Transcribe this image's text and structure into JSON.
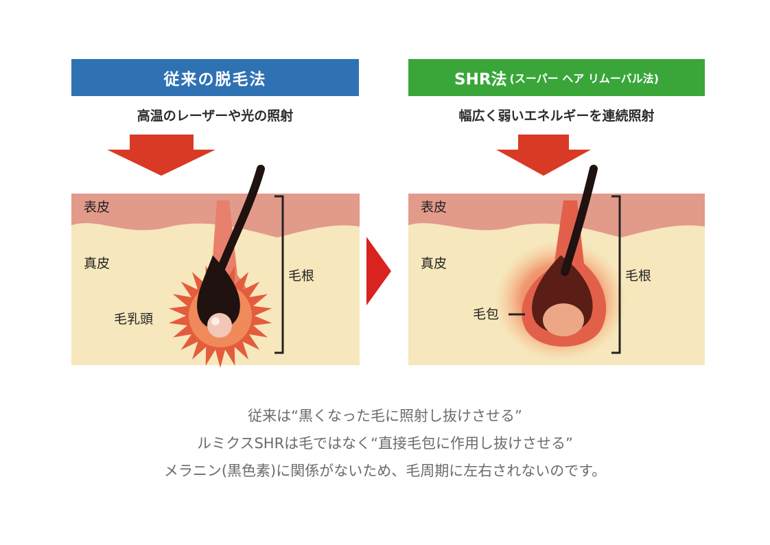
{
  "left": {
    "title": "従来の脱毛法",
    "subtitle": "高温のレーザーや光の照射",
    "labels": {
      "epidermis": "表皮",
      "dermis": "真皮",
      "dermal_papilla": "毛乳頭",
      "hair_root": "毛根"
    }
  },
  "right": {
    "title_main": "SHR法",
    "title_sub": "(スーパー ヘア リムーバル法)",
    "subtitle": "幅広く弱いエネルギーを連続照射",
    "labels": {
      "epidermis": "表皮",
      "dermis": "真皮",
      "follicle": "毛包",
      "hair_root": "毛根"
    }
  },
  "captions": [
    "従来は“黒くなった毛に照射し抜けさせる”",
    "ルミクスSHRは毛ではなく“直接毛包に作用し抜けさせる”",
    "メラニン(黒色素)に関係がないため、毛周期に左右されないのです。"
  ],
  "colors": {
    "left_header": "#2f72b4",
    "right_header": "#3aa63a",
    "arrow": "#d93a25",
    "epidermis": "#e29a8a",
    "dermis": "#f7e7bd",
    "hair": "#1f1210",
    "papilla": "#f2c7b5"
  }
}
